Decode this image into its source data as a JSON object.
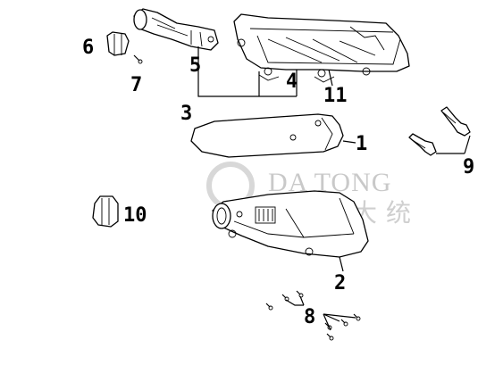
{
  "watermark": {
    "latin": "DA TONG",
    "cjk": "上海大统"
  },
  "callouts": [
    "1",
    "2",
    "3",
    "4",
    "5",
    "6",
    "7",
    "8",
    "9",
    "10",
    "11"
  ]
}
